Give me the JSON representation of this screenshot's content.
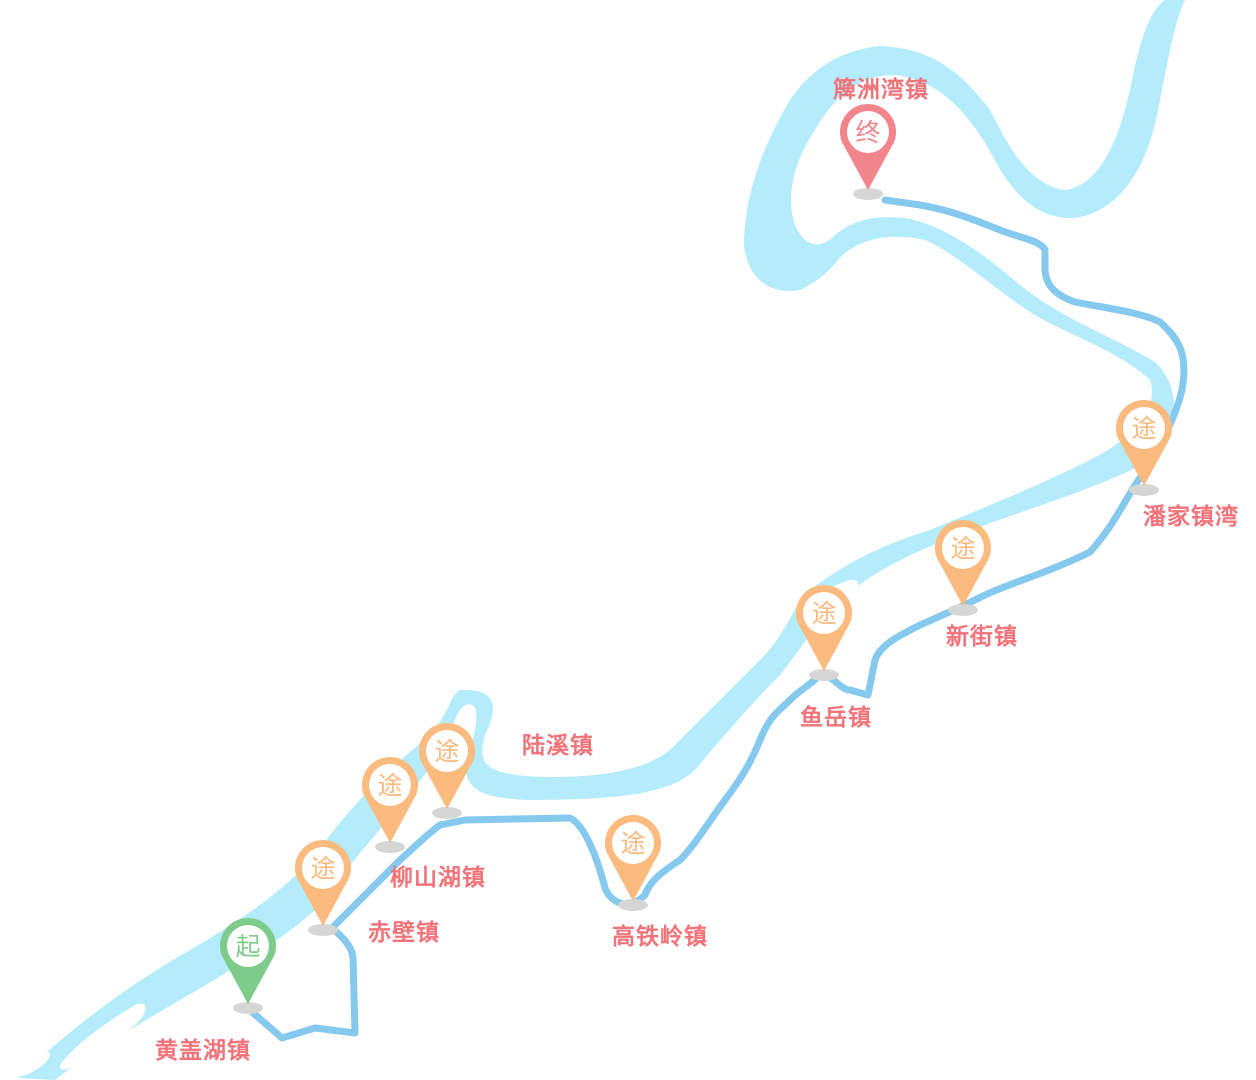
{
  "colors": {
    "river": "#b5ecfb",
    "route": "#86c9ef",
    "start_marker": "#7ecc8c",
    "waypoint_marker": "#fbba7e",
    "end_marker": "#f2848c",
    "label": "#f0747a",
    "shadow": "#d6d6d6"
  },
  "markers": {
    "start": {
      "glyph": "起",
      "icon": "start-pin-icon"
    },
    "end": {
      "glyph": "终",
      "icon": "end-pin-icon"
    },
    "waypoint": {
      "glyph": "途",
      "icon": "waypoint-pin-icon"
    }
  },
  "towns": {
    "huanggaihu": "黄盖湖镇",
    "chibi": "赤壁镇",
    "liushanhu": "柳山湖镇",
    "luxi": "陆溪镇",
    "gaotieling": "高铁岭镇",
    "yuyue": "鱼岳镇",
    "xinjie": "新街镇",
    "panjiazhenwan": "潘家镇湾",
    "paizhouwan": "簰洲湾镇"
  }
}
